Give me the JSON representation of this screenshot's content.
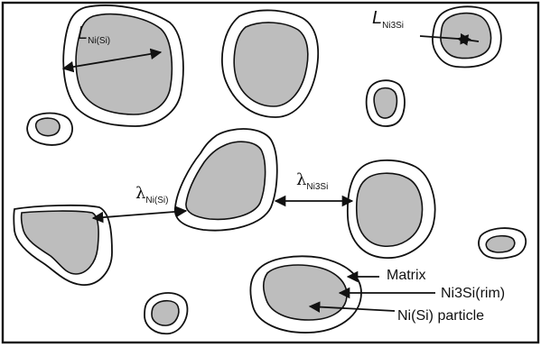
{
  "symbols": {
    "length": "L",
    "spacing": "λ"
  },
  "subscripts": {
    "ni_si": "Ni(Si)",
    "ni3si": "Ni3Si"
  },
  "legend": {
    "matrix": "Matrix",
    "rim": "Ni3Si(rim)",
    "particle": "Ni(Si) particle"
  },
  "colors": {
    "particle_fill": "#bdbdbd",
    "rim_fill": "#ffffff",
    "matrix_fill": "#ffffff",
    "line": "#111111"
  }
}
